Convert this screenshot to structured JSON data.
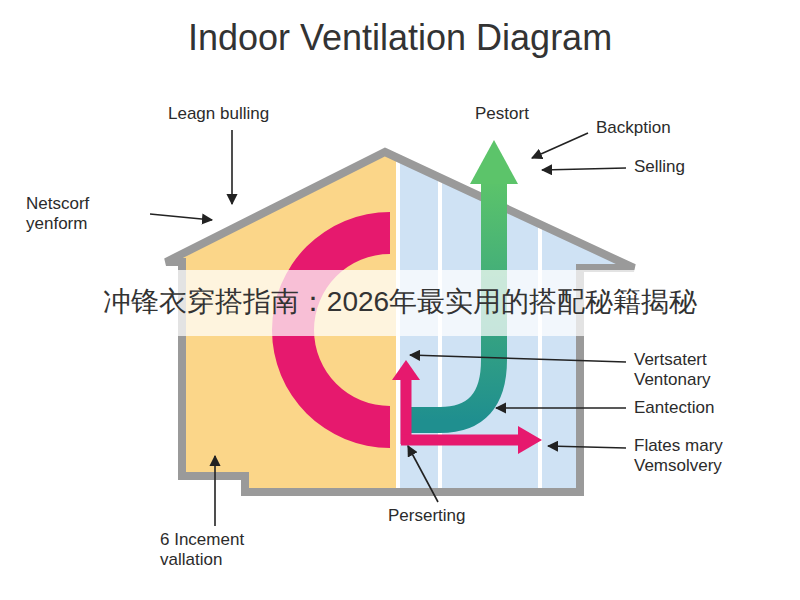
{
  "diagram": {
    "title": "Indoor Ventilation Diagram",
    "labels": [
      "Leagn bulling",
      "Netscorf yenform",
      "Pestort",
      "Backption",
      "Selling",
      "冲锋衣穿搭指南：2026年最实用的搭配秘籍揭秘",
      "Vertsatert Ventonary",
      "Eantection",
      "Flates mary Vemsolvery",
      "Perserting",
      "6 Incement vallation"
    ]
  }
}
